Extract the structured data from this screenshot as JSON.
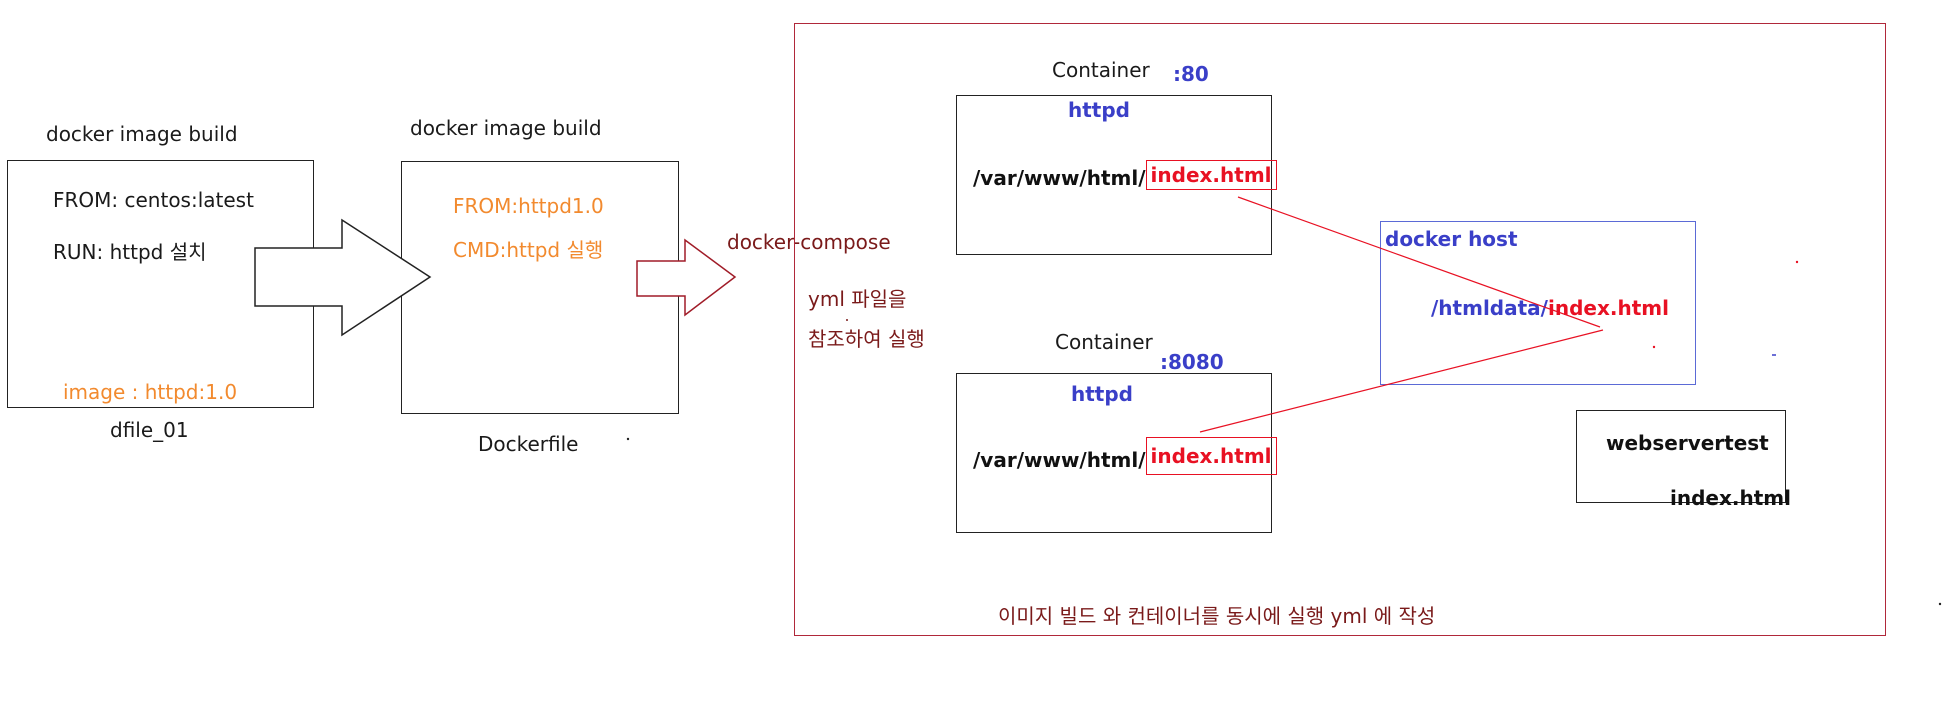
{
  "stage1": {
    "title": "docker image build",
    "from_line": "FROM: centos:latest",
    "run_line": "RUN: httpd  설치",
    "image_line": "image : httpd:1.0",
    "caption": "dfile_01"
  },
  "stage2": {
    "title": "docker image build",
    "from_line": "FROM:httpd1.0",
    "cmd_line": "CMD:httpd 실행",
    "caption": "Dockerfile"
  },
  "compose": {
    "label": "docker-compose",
    "note_line1": "yml 파일을",
    "note_line2": "참조하여 실행",
    "footer": "이미지 빌드 와 컨테이너를 동시에 실행  yml 에 작성"
  },
  "container1": {
    "title": "Container",
    "port": ":80",
    "service": "httpd",
    "path_prefix": "/var/www/html/",
    "path_file": "index.html"
  },
  "container2": {
    "title": "Container",
    "port": ":8080",
    "service": "httpd",
    "path_prefix": "/var/www/html/",
    "path_file": "index.html"
  },
  "docker_host": {
    "title": "docker host",
    "path_prefix": "/htmldata/",
    "path_file": "index.html"
  },
  "webservertest": {
    "title": "webservertest",
    "file": "index.html"
  },
  "colors": {
    "orange": "#f28a2e",
    "blue": "#3a3fc8",
    "red": "#e81123",
    "dark_red": "#a01c28"
  }
}
